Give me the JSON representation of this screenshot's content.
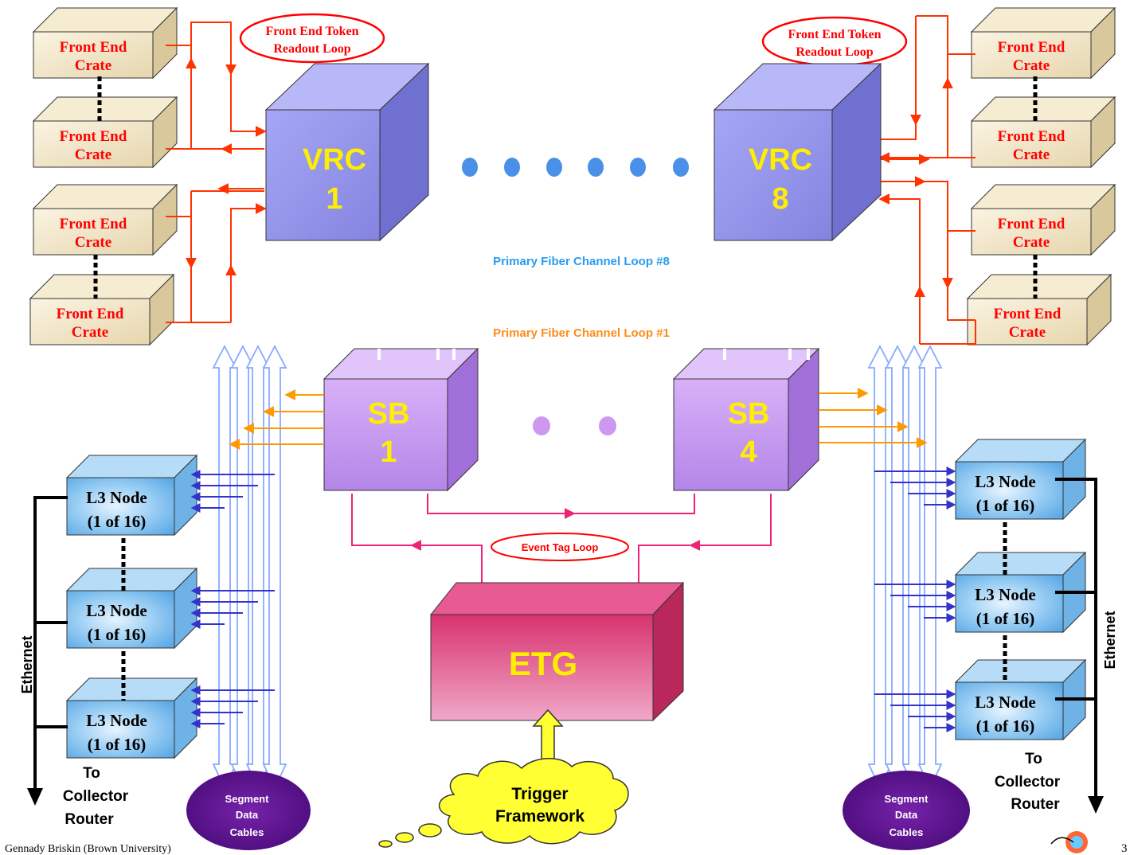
{
  "crate_label": [
    "Front End",
    "Crate"
  ],
  "token_loop_label": [
    "Front End Token",
    "Readout Loop"
  ],
  "vrc_left": [
    "VRC",
    "1"
  ],
  "vrc_right": [
    "VRC",
    "8"
  ],
  "loop8_label": "Primary Fiber Channel Loop #8",
  "loop1_label": "Primary Fiber Channel Loop #1",
  "sb_left": [
    "SB",
    "1"
  ],
  "sb_right": [
    "SB",
    "4"
  ],
  "event_tag_label": "Event Tag Loop",
  "etg_label": "ETG",
  "trigger_label": [
    "Trigger",
    "Framework"
  ],
  "l3_label": [
    "L3 Node",
    "(1 of 16)"
  ],
  "segment_label": [
    "Segment",
    "Data",
    "Cables"
  ],
  "ethernet_label": "Ethernet",
  "collector_label": [
    "To",
    "Collector",
    "Router"
  ],
  "footer_author": "Gennady Briskin (Brown University)",
  "page_number": "3",
  "colors": {
    "crate": "#f2e6c8",
    "vrc": "#9999ee",
    "sb": "#c79cf0",
    "etg": "#dd4488",
    "l3": "#8ec8f2",
    "red_loop": "#ff3300",
    "orange_arrow": "#ff9900",
    "blue_arrow": "#3333cc",
    "magenta_loop": "#ee2277",
    "dots_blue": "#4a90e8",
    "dots_purple": "#cc99ee",
    "trigger_cloud": "#ffff33",
    "segment_purple": "#551188"
  }
}
